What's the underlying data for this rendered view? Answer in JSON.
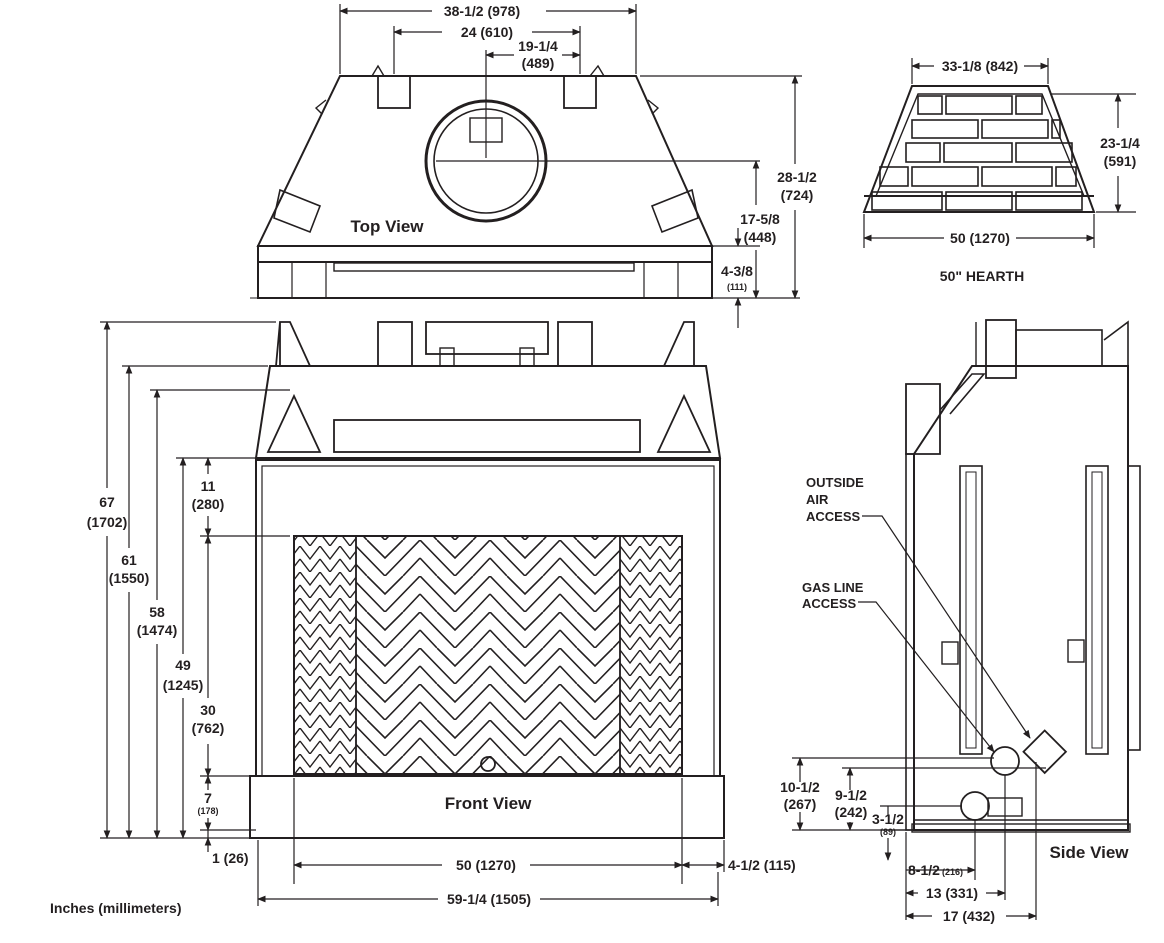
{
  "views": {
    "top": "Top View",
    "front": "Front View",
    "side": "Side View",
    "hearth": "50\" HEARTH"
  },
  "units_note": "Inches (millimeters)",
  "callouts": {
    "outside_air": [
      "OUTSIDE",
      "AIR",
      "ACCESS"
    ],
    "gas_line": [
      "GAS LINE",
      "ACCESS"
    ]
  },
  "dims": {
    "top_width": "38-1/2 (978)",
    "top_24": "24 (610)",
    "top_19_a": "19-1/4",
    "top_19_b": "(489)",
    "top_28_a": "28-1/2",
    "top_28_b": "(724)",
    "top_17_a": "17-5/8",
    "top_17_b": "(448)",
    "top_4_a": "4-3/8",
    "top_4_b": "(111)",
    "hearth_top": "33-1/8 (842)",
    "hearth_h_a": "23-1/4",
    "hearth_h_b": "(591)",
    "hearth_w": "50 (1270)",
    "h67_a": "67",
    "h67_b": "(1702)",
    "h61_a": "61",
    "h61_b": "(1550)",
    "h58_a": "58",
    "h58_b": "(1474)",
    "h49_a": "49",
    "h49_b": "(1245)",
    "h30_a": "30",
    "h30_b": "(762)",
    "h11_a": "11",
    "h11_b": "(280)",
    "h7_a": "7",
    "h7_b": "(178)",
    "h1": "1 (26)",
    "front_50": "50 (1270)",
    "front_4": "4-1/2 (115)",
    "front_59": "59-1/4 (1505)",
    "side_10_a": "10-1/2",
    "side_10_b": "(267)",
    "side_9_a": "9-1/2",
    "side_9_b": "(242)",
    "side_3_a": "3-1/2",
    "side_3_b": "(89)",
    "side_8_main": "8-1/2",
    "side_8_sub": "(216)",
    "side_13": "13 (331)",
    "side_17": "17 (432)"
  }
}
